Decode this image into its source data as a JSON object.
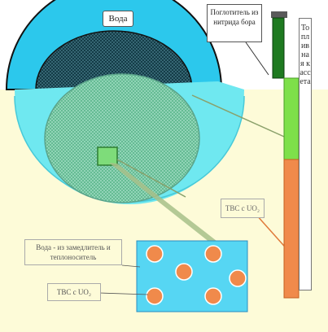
{
  "labels": {
    "water_top": "Вода",
    "absorber": "Поглотитель из нитрида бора",
    "fuel_channel_vertical": "Топливная кассета",
    "tvs_right": "ТВС с UO₂",
    "moderator": "Вода - из замедлитель и теплоноситель",
    "tvs_bottom": "ТВС с UO₂"
  },
  "colors": {
    "background": "#fdfbd8",
    "outer_water": "#2cc8ec",
    "core_dark": "#0a2f3a",
    "core_light": "#8ed8b8",
    "light_water": "#6fe8f0",
    "absorber_rod": "#1e7a20",
    "fuel_green": "#7ee04a",
    "fuel_orange": "#f08a4b",
    "cell_water": "#56d6f3"
  },
  "icons": [
    "magnifier-callout-icon",
    "fuel-pellet-icon"
  ]
}
